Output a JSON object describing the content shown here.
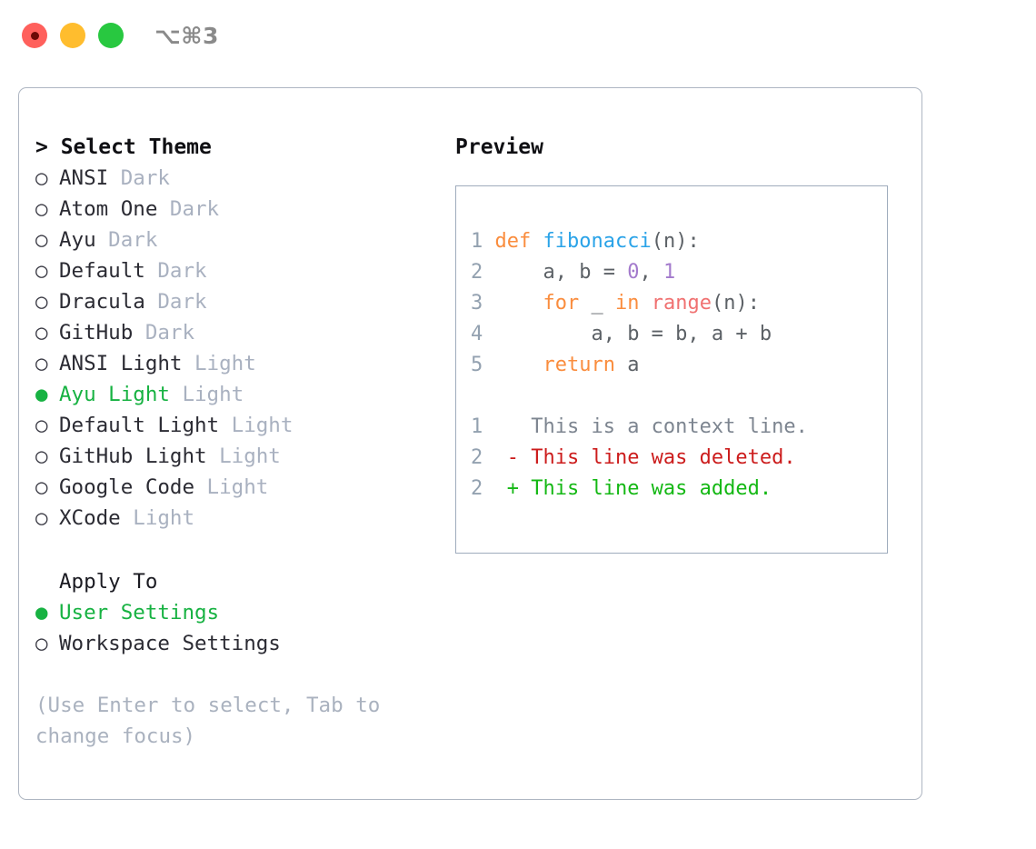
{
  "titlebar": {
    "shortcut": "⌥⌘3",
    "buttons": [
      {
        "name": "close",
        "color": "#ff605c"
      },
      {
        "name": "minimize",
        "color": "#ffbd2e"
      },
      {
        "name": "maximize",
        "color": "#28c840"
      }
    ]
  },
  "theme_panel": {
    "header": "> Select Theme",
    "marker_unselected": "○",
    "marker_selected": "●",
    "items": [
      {
        "name": "ANSI",
        "kind": "Dark",
        "selected": false
      },
      {
        "name": "Atom One",
        "kind": "Dark",
        "selected": false
      },
      {
        "name": "Ayu",
        "kind": "Dark",
        "selected": false
      },
      {
        "name": "Default",
        "kind": "Dark",
        "selected": false
      },
      {
        "name": "Dracula",
        "kind": "Dark",
        "selected": false
      },
      {
        "name": "GitHub",
        "kind": "Dark",
        "selected": false
      },
      {
        "name": "ANSI Light",
        "kind": "Light",
        "selected": false
      },
      {
        "name": "Ayu Light",
        "kind": "Light",
        "selected": true
      },
      {
        "name": "Default Light",
        "kind": "Light",
        "selected": false
      },
      {
        "name": "GitHub Light",
        "kind": "Light",
        "selected": false
      },
      {
        "name": "Google Code",
        "kind": "Light",
        "selected": false
      },
      {
        "name": "XCode",
        "kind": "Light",
        "selected": false
      }
    ]
  },
  "apply_to": {
    "header": "Apply To",
    "options": [
      {
        "label": "User Settings",
        "selected": true
      },
      {
        "label": "Workspace Settings",
        "selected": false
      }
    ]
  },
  "hint": "(Use Enter to select, Tab to change focus)",
  "preview": {
    "title": "Preview",
    "code_lines": [
      {
        "num": "1",
        "tokens": [
          {
            "t": "def ",
            "c": "kw"
          },
          {
            "t": "fibonacci",
            "c": "fn"
          },
          {
            "t": "(n):",
            "c": "punct"
          }
        ]
      },
      {
        "num": "2",
        "tokens": [
          {
            "t": "    a, b = ",
            "c": "plain"
          },
          {
            "t": "0",
            "c": "num"
          },
          {
            "t": ", ",
            "c": "plain"
          },
          {
            "t": "1",
            "c": "num"
          }
        ]
      },
      {
        "num": "3",
        "tokens": [
          {
            "t": "    ",
            "c": "plain"
          },
          {
            "t": "for",
            "c": "kw"
          },
          {
            "t": " _ ",
            "c": "plain"
          },
          {
            "t": "in",
            "c": "kw"
          },
          {
            "t": " ",
            "c": "plain"
          },
          {
            "t": "range",
            "c": "builtin"
          },
          {
            "t": "(n):",
            "c": "punct"
          }
        ]
      },
      {
        "num": "4",
        "tokens": [
          {
            "t": "        a, b = b, a + b",
            "c": "plain"
          }
        ]
      },
      {
        "num": "5",
        "tokens": [
          {
            "t": "    ",
            "c": "plain"
          },
          {
            "t": "return",
            "c": "kw"
          },
          {
            "t": " a",
            "c": "plain"
          }
        ]
      }
    ],
    "diff_lines": [
      {
        "num": "1",
        "marker": " ",
        "text": "This is a context line.",
        "kind": "ctx"
      },
      {
        "num": "2",
        "marker": "-",
        "text": "This line was deleted.",
        "kind": "del"
      },
      {
        "num": "2",
        "marker": "+",
        "text": "This line was added.",
        "kind": "add"
      }
    ]
  },
  "colors": {
    "accent_green": "#17b242",
    "muted": "#a9b1c0",
    "border": "#aeb6c2",
    "keyword": "#fa8d3e",
    "function": "#2aa3e8",
    "number": "#a37acc",
    "builtin": "#f07171",
    "diff_add": "#14b814",
    "diff_del": "#cc1c1c"
  }
}
